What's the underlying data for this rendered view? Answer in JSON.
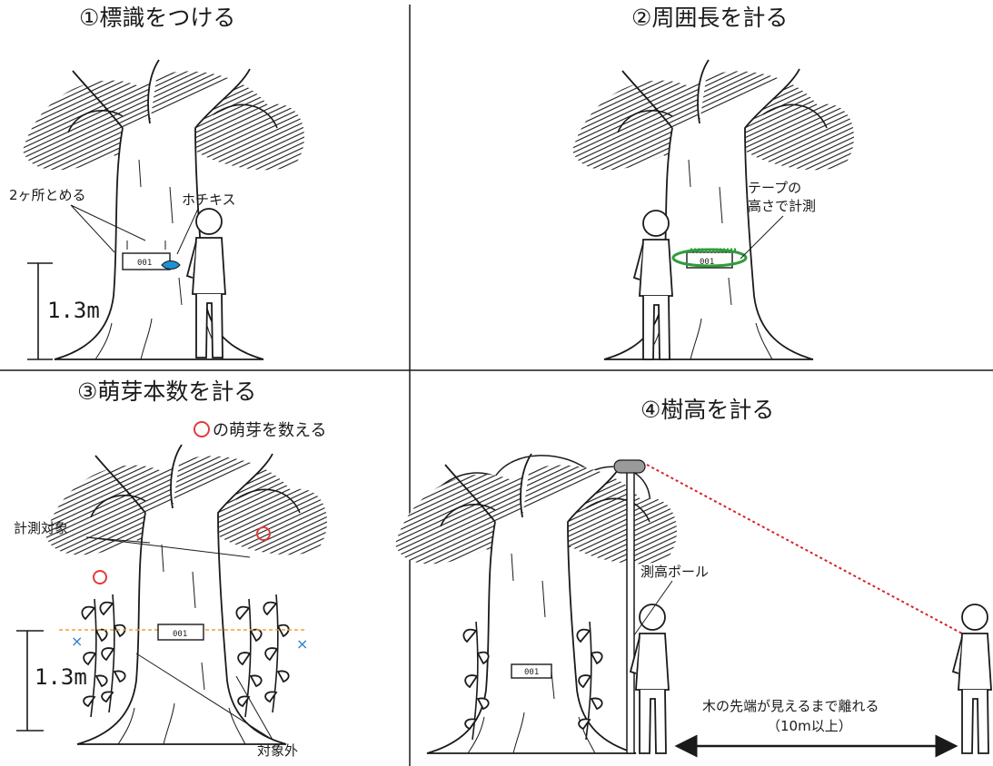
{
  "panels": [
    {
      "title": "①標識をつける",
      "labels": {
        "staple_two_places": "2ヶ所とめる",
        "stapler": "ホチキス",
        "height": "1.3m"
      },
      "tag_number": "001"
    },
    {
      "title": "②周囲長を計る",
      "labels": {
        "measure_at_tape": "テープの\n高さで計測"
      },
      "tag_number": "001"
    },
    {
      "title": "③萌芽本数を計る",
      "labels": {
        "count_note": "の萌芽を数える",
        "measured": "計測対象",
        "excluded": "対象外",
        "height": "1.3m"
      },
      "tag_number": "001"
    },
    {
      "title": "④樹高を計る",
      "labels": {
        "pole": "測高ポール",
        "distance_line1": "木の先端が見えるまで離れる",
        "distance_line2": "（10m以上）"
      },
      "tag_number": "001"
    }
  ],
  "colors": {
    "ink": "#1a1a1a",
    "tape": "#2e9e3a",
    "circle_mark": "#e23b3b",
    "cross_mark": "#2a7fd0",
    "guide_line": "#f0a030",
    "sight_line": "#d8222a",
    "stapler": "#1e90d6"
  }
}
